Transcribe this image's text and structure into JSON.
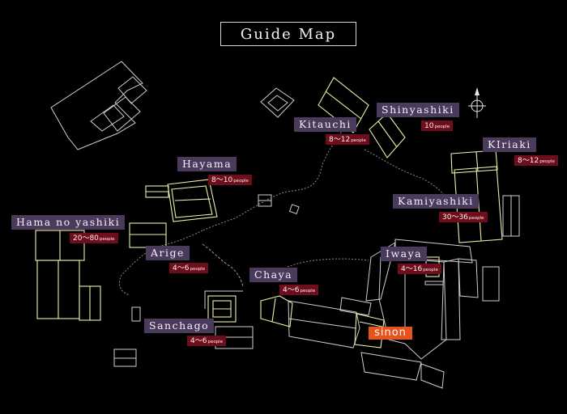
{
  "title": "Guide Map",
  "brand": "sinon",
  "colors": {
    "background": "#000000",
    "label_bg": "#4a3a5c",
    "capacity_bg": "#6e0e1c",
    "brand_bg": "#e8521c",
    "highlight": "#eeeeaa",
    "outline": "#cfcfcf"
  },
  "compass_icon": "compass-north-icon",
  "rooms": [
    {
      "name": "Kitauchi",
      "cap": "8〜12",
      "unit": "people"
    },
    {
      "name": "Shinyashiki",
      "cap": "10",
      "unit": "people"
    },
    {
      "name": "KIriaki",
      "cap": "8〜12",
      "unit": "people"
    },
    {
      "name": "Hayama",
      "cap": "8〜10",
      "unit": "people"
    },
    {
      "name": "Kamiyashiki",
      "cap": "30〜36",
      "unit": "people"
    },
    {
      "name": "Hama no yashiki",
      "cap": "20〜80",
      "unit": "people"
    },
    {
      "name": "Arige",
      "cap": "4〜6",
      "unit": "people"
    },
    {
      "name": "Iwaya",
      "cap": "4〜16",
      "unit": "people"
    },
    {
      "name": "Chaya",
      "cap": "4〜6",
      "unit": "people"
    },
    {
      "name": "Sanchago",
      "cap": "4〜6",
      "unit": "people"
    }
  ]
}
